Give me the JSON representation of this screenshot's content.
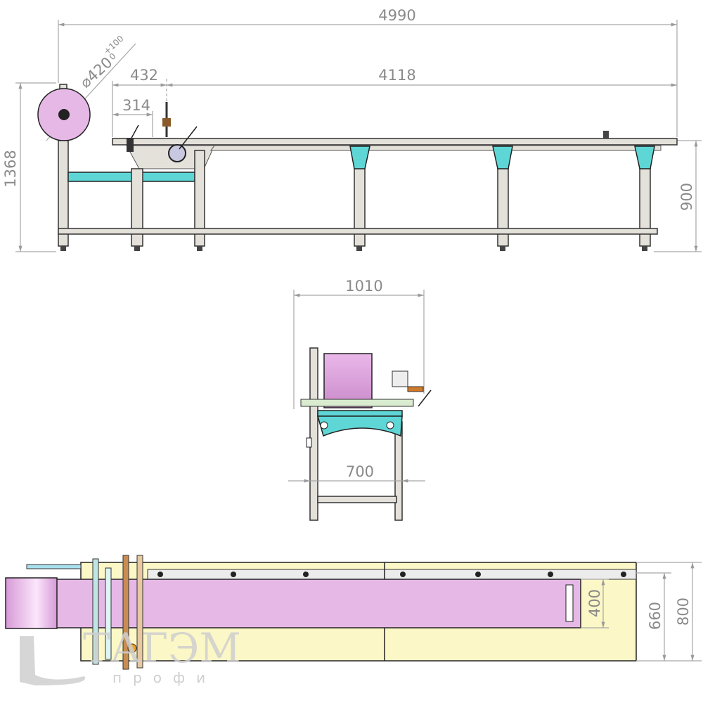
{
  "drawing": {
    "side_view": {
      "overall_length": "4990",
      "roll_diameter": "⌀420",
      "roll_tolerance_upper": "+100",
      "roll_tolerance_lower": "0",
      "offset_432": "432",
      "offset_314": "314",
      "table_length": "4118",
      "overall_height": "1368",
      "table_height": "900"
    },
    "front_view": {
      "overall_width": "1010",
      "leg_spacing": "700"
    },
    "top_view": {
      "belt_width": "400",
      "table_width": "660",
      "overall_width": "800"
    },
    "colors": {
      "roll": "#e6b8e6",
      "frame_accent": "#5fd6d6",
      "table_top": "#fbf7c6",
      "dimension": "#a6a6a6"
    }
  },
  "watermark": {
    "brand": "ТАГЭМ",
    "sub": "профи"
  }
}
